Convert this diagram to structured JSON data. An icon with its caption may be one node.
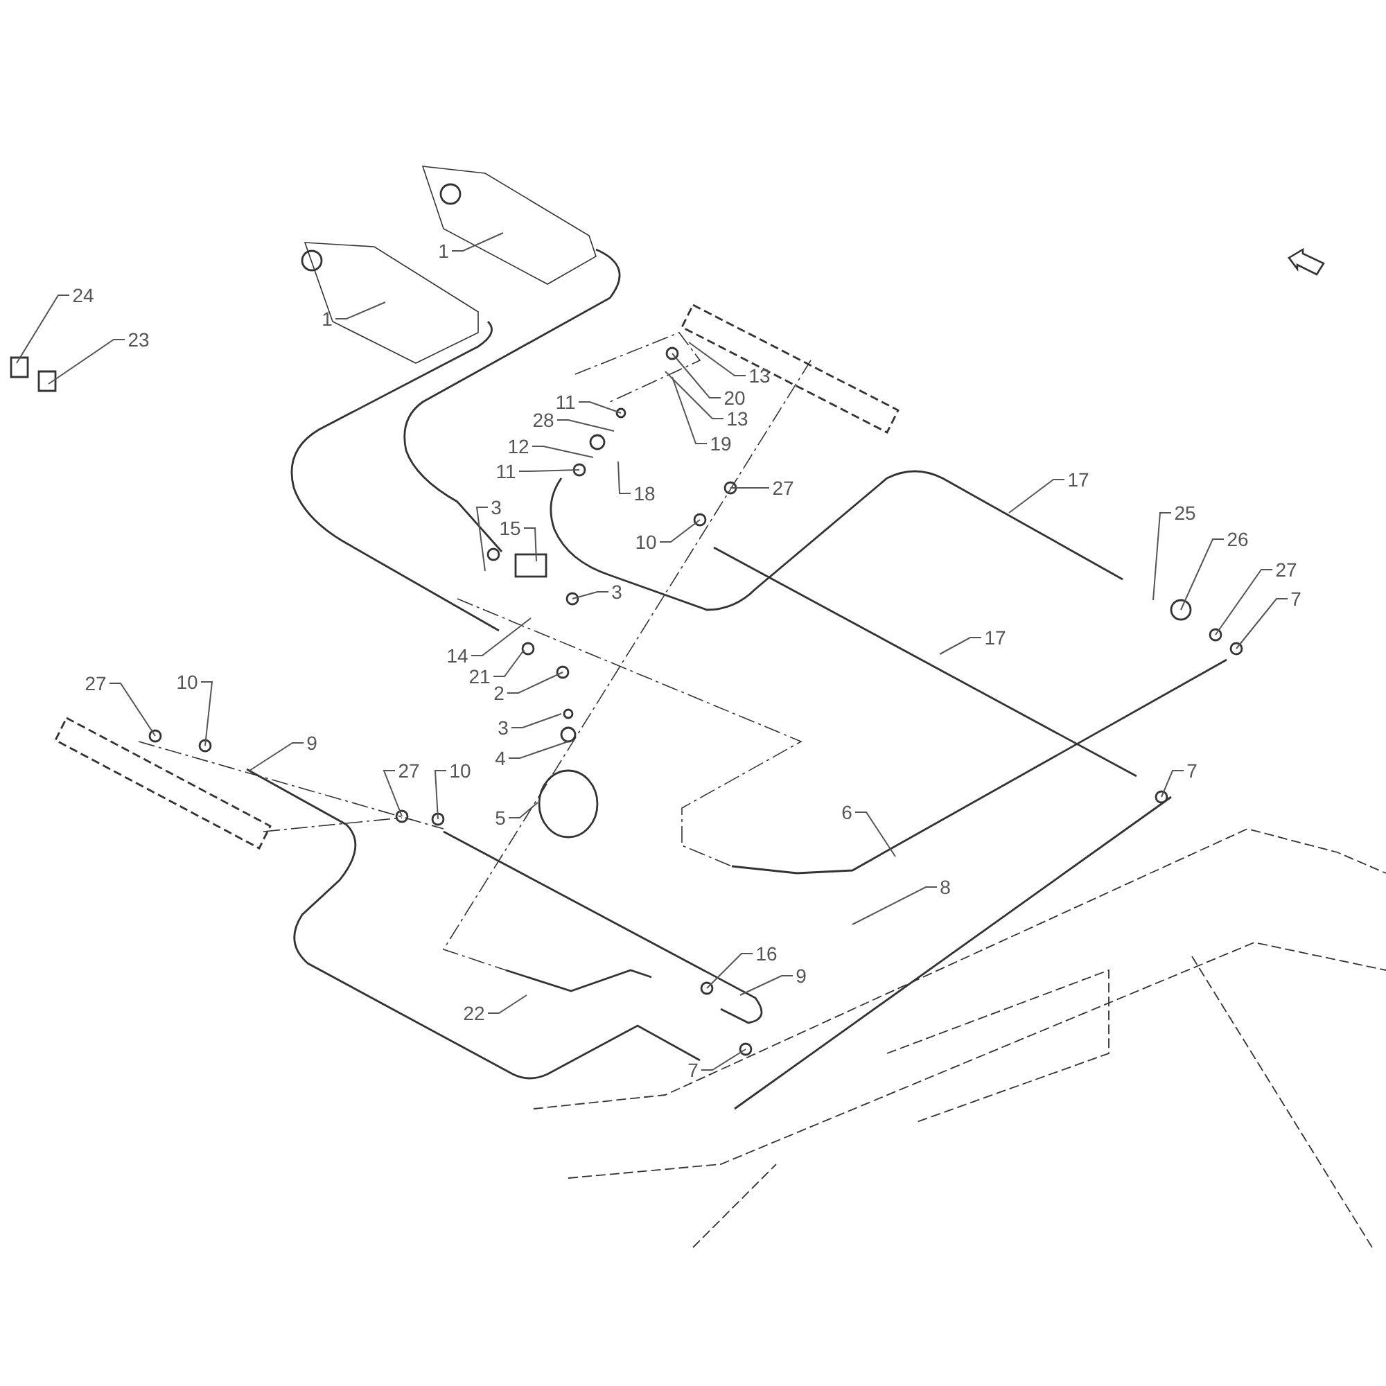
{
  "diagram": {
    "nodes": [
      {
        "text": [
          "1"
        ]
      },
      {
        "text": [
          "1"
        ]
      },
      {
        "text": [
          "24"
        ]
      },
      {
        "text": [
          "23"
        ]
      },
      {
        "text": [
          "13"
        ]
      },
      {
        "text": [
          "11"
        ]
      },
      {
        "text": [
          "20"
        ]
      },
      {
        "text": [
          "28"
        ]
      },
      {
        "text": [
          "13"
        ]
      },
      {
        "text": [
          "12"
        ]
      },
      {
        "text": [
          "19"
        ]
      },
      {
        "text": [
          "27"
        ]
      },
      {
        "text": [
          "11"
        ]
      },
      {
        "text": [
          "18"
        ]
      },
      {
        "text": [
          "17"
        ]
      },
      {
        "text": [
          "3"
        ]
      },
      {
        "text": [
          "15"
        ]
      },
      {
        "text": [
          "25"
        ]
      },
      {
        "text": [
          "10"
        ]
      },
      {
        "text": [
          "26"
        ]
      },
      {
        "text": [
          "27"
        ]
      },
      {
        "text": [
          "3"
        ]
      },
      {
        "text": [
          "7"
        ]
      },
      {
        "text": [
          "14"
        ]
      },
      {
        "text": [
          "17"
        ]
      },
      {
        "text": [
          "21"
        ]
      },
      {
        "text": [
          "27"
        ]
      },
      {
        "text": [
          "10"
        ]
      },
      {
        "text": [
          "2"
        ]
      },
      {
        "text": [
          "9"
        ]
      },
      {
        "text": [
          "3"
        ]
      },
      {
        "text": [
          "4"
        ]
      },
      {
        "text": [
          "7"
        ]
      },
      {
        "text": [
          "27"
        ]
      },
      {
        "text": [
          "10"
        ]
      },
      {
        "text": [
          "5"
        ]
      },
      {
        "text": [
          "6"
        ]
      },
      {
        "text": [
          "8"
        ]
      },
      {
        "text": [
          "16"
        ]
      },
      {
        "text": [
          "9"
        ]
      },
      {
        "text": [
          "22"
        ]
      },
      {
        "text": [
          "7"
        ]
      }
    ],
    "edges": [
      {
        "from": 0,
        "to": null,
        "arrow": "none"
      },
      {
        "from": 1,
        "to": null,
        "arrow": "none"
      },
      {
        "from": 2,
        "to": null,
        "arrow": "none"
      },
      {
        "from": 3,
        "to": null,
        "arrow": "none"
      },
      {
        "from": 4,
        "to": null,
        "arrow": "none"
      },
      {
        "from": 5,
        "to": null,
        "arrow": "none"
      },
      {
        "from": 6,
        "to": null,
        "arrow": "none"
      },
      {
        "from": 7,
        "to": null,
        "arrow": "none"
      },
      {
        "from": 8,
        "to": null,
        "arrow": "none"
      },
      {
        "from": 9,
        "to": null,
        "arrow": "none"
      },
      {
        "from": 10,
        "to": null,
        "arrow": "none"
      },
      {
        "from": 11,
        "to": null,
        "arrow": "none"
      },
      {
        "from": 12,
        "to": null,
        "arrow": "none"
      },
      {
        "from": 13,
        "to": null,
        "arrow": "none"
      },
      {
        "from": 14,
        "to": null,
        "arrow": "none"
      },
      {
        "from": 15,
        "to": null,
        "arrow": "none"
      },
      {
        "from": 16,
        "to": null,
        "arrow": "none"
      },
      {
        "from": 17,
        "to": null,
        "arrow": "none"
      },
      {
        "from": 18,
        "to": null,
        "arrow": "none"
      },
      {
        "from": 19,
        "to": null,
        "arrow": "none"
      },
      {
        "from": 20,
        "to": null,
        "arrow": "none"
      },
      {
        "from": 21,
        "to": null,
        "arrow": "none"
      },
      {
        "from": 22,
        "to": null,
        "arrow": "none"
      },
      {
        "from": 23,
        "to": null,
        "arrow": "none"
      },
      {
        "from": 24,
        "to": null,
        "arrow": "none"
      },
      {
        "from": 25,
        "to": null,
        "arrow": "none"
      },
      {
        "from": 26,
        "to": null,
        "arrow": "none"
      },
      {
        "from": 27,
        "to": null,
        "arrow": "none"
      },
      {
        "from": 28,
        "to": null,
        "arrow": "none"
      },
      {
        "from": 29,
        "to": null,
        "arrow": "none"
      },
      {
        "from": 30,
        "to": null,
        "arrow": "none"
      },
      {
        "from": 31,
        "to": null,
        "arrow": "none"
      },
      {
        "from": 32,
        "to": null,
        "arrow": "none"
      },
      {
        "from": 33,
        "to": null,
        "arrow": "none"
      },
      {
        "from": 34,
        "to": null,
        "arrow": "none"
      },
      {
        "from": 35,
        "to": null,
        "arrow": "none"
      },
      {
        "from": 36,
        "to": null,
        "arrow": "none"
      },
      {
        "from": 37,
        "to": null,
        "arrow": "none"
      },
      {
        "from": 38,
        "to": null,
        "arrow": "none"
      },
      {
        "from": 39,
        "to": null,
        "arrow": "none"
      },
      {
        "from": 40,
        "to": null,
        "arrow": "none"
      },
      {
        "from": 41,
        "to": null,
        "arrow": "none"
      }
    ]
  }
}
